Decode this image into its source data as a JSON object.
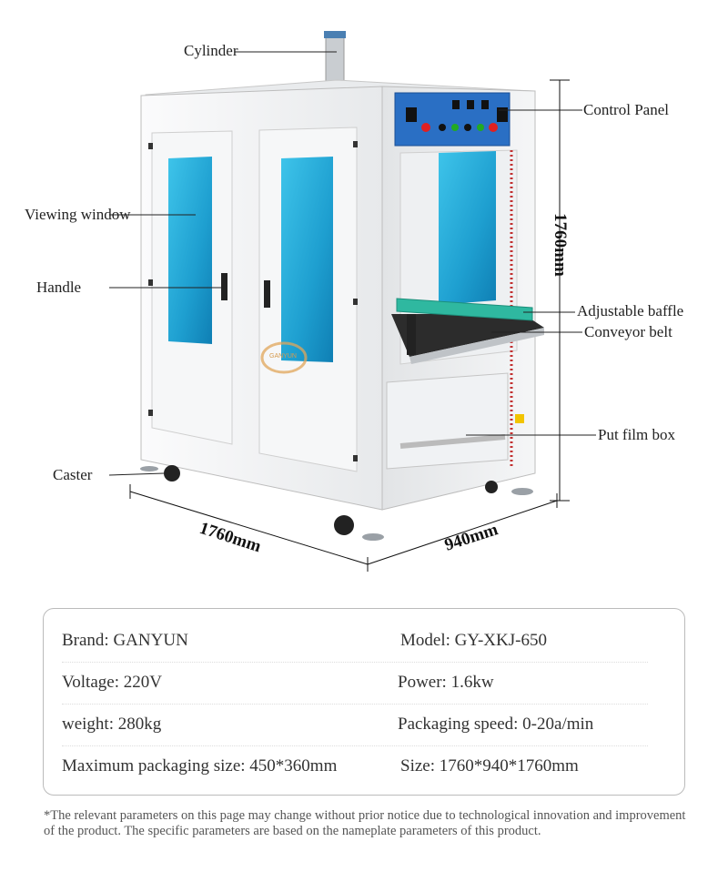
{
  "callouts": {
    "cylinder": "Cylinder",
    "viewing_window": "Viewing window",
    "handle": "Handle",
    "caster": "Caster",
    "control_panel": "Control Panel",
    "adjustable_baffle": "Adjustable baffle",
    "conveyor_belt": "Conveyor belt",
    "put_film_box": "Put film box"
  },
  "dimensions": {
    "height": "1760mm",
    "length": "1760mm",
    "width": "940mm"
  },
  "watermark": "GANYUN",
  "specs": [
    {
      "left": "Brand: GANYUN",
      "right": "Model: GY-XKJ-650"
    },
    {
      "left": "Voltage:  220V",
      "right": "Power: 1.6kw"
    },
    {
      "left": "weight:  280kg",
      "right": "Packaging speed:  0-20a/min"
    },
    {
      "left": "Maximum packaging size:  450*360mm",
      "right": "Size:  1760*940*1760mm"
    }
  ],
  "note": "*The relevant parameters on this page may change without prior notice due to technological innovation and improvement of the product. The specific parameters are based on the nameplate parameters of this product.",
  "colors": {
    "window_blue": "#2aa7d6",
    "panel_blue": "#2a6fc4",
    "baffle_teal": "#2fb8a0",
    "machine_white": "#f3f4f5"
  }
}
